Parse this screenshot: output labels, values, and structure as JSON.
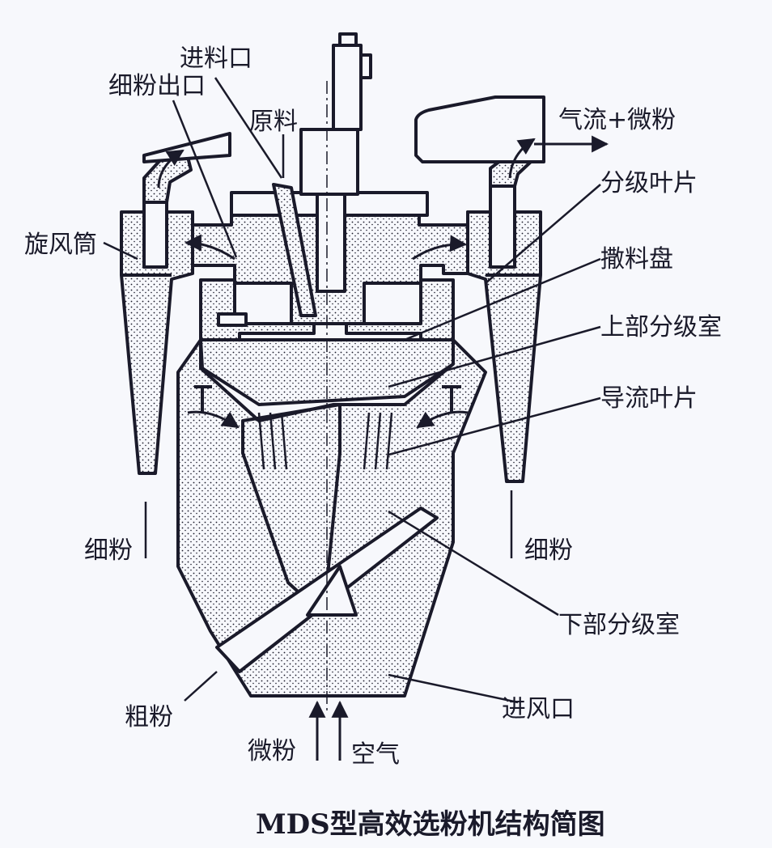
{
  "title": "MDS型高效选粉机结构简图",
  "labels": {
    "feed_inlet": "进料口",
    "fine_outlet": "细粉出口",
    "raw_material": "原料",
    "airflow_fine": "气流+微粉",
    "classifier_blades": "分级叶片",
    "spreader_disc": "撒料盘",
    "upper_chamber": "上部分级室",
    "guide_vanes": "导流叶片",
    "cyclone": "旋风筒",
    "fine_left": "细粉",
    "fine_right": "细粉",
    "lower_chamber": "下部分级室",
    "air_inlet": "进风口",
    "coarse": "粗粉",
    "micro_powder": "微粉",
    "air": "空气"
  },
  "colors": {
    "ink": "#1a1a2a",
    "paper": "#f7f8fc"
  }
}
